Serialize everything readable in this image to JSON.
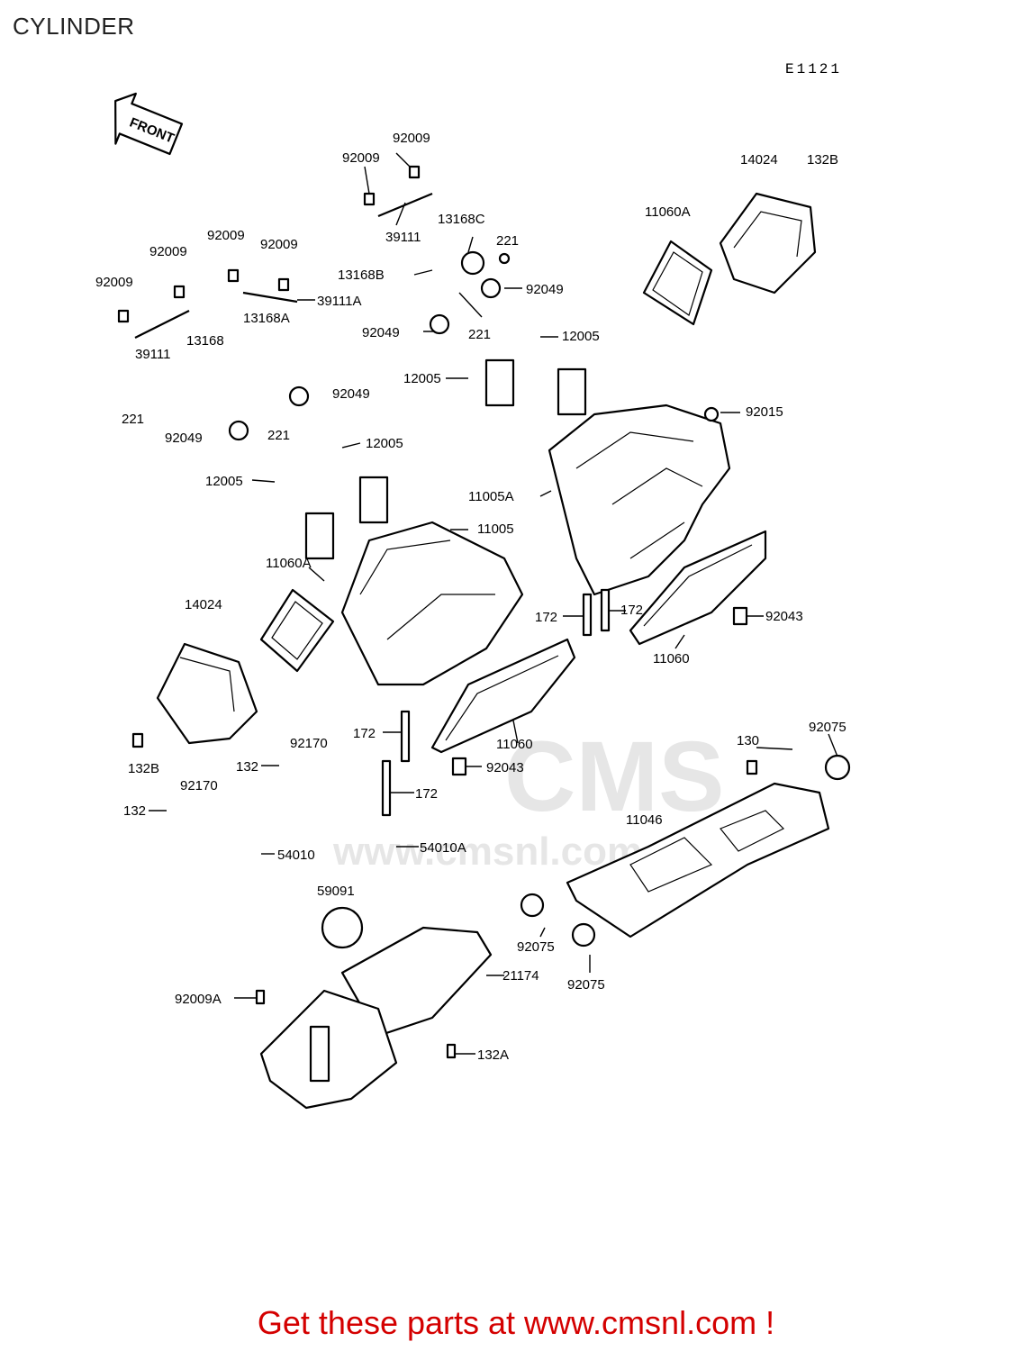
{
  "header": {
    "title": "CYLINDER",
    "diagram_code": "E1121"
  },
  "front_arrow": {
    "label": "FRONT"
  },
  "watermark": {
    "brand": "CMS",
    "url": "www.cmsnl.com"
  },
  "footer": {
    "text": "Get these parts at www.cmsnl.com !",
    "color": "#d40000"
  },
  "parts": {
    "p92009_a": "92009",
    "p92009_b": "92009",
    "p39111_a": "39111",
    "p13168C": "13168C",
    "p221_a": "221",
    "p14024_a": "14024",
    "p132B_a": "132B",
    "p11060A_a": "11060A",
    "p92009_c": "92009",
    "p92009_d": "92009",
    "p92009_e": "92009",
    "p92009_f": "92009",
    "p39111A": "39111A",
    "p13168B": "13168B",
    "p92049_a": "92049",
    "p39111_b": "39111",
    "p13168A": "13168A",
    "p13168": "13168",
    "p92049_b": "92049",
    "p221_b": "221",
    "p12005_a": "12005",
    "p12005_b": "12005",
    "p92049_c": "92049",
    "p221_c": "221",
    "p92049_d": "92049",
    "p221_d": "221",
    "p92015": "92015",
    "p12005_c": "12005",
    "p12005_d": "12005",
    "p11005A": "11005A",
    "p11005": "11005",
    "p11060A_b": "11060A",
    "p14024_b": "14024",
    "p172_a": "172",
    "p172_b": "172",
    "p92043_a": "92043",
    "p11060_a": "11060",
    "p172_c": "172",
    "p11060_b": "11060",
    "p92043_b": "92043",
    "p132B_b": "132B",
    "p92170_a": "92170",
    "p132_a": "132",
    "p172_d": "172",
    "p130": "130",
    "p92075_a": "92075",
    "p92170_b": "92170",
    "p132_b": "132",
    "p11046": "11046",
    "p54010": "54010",
    "p54010A": "54010A",
    "p59091": "59091",
    "p92075_b": "92075",
    "p92075_c": "92075",
    "p21174": "21174",
    "p92009A": "92009A",
    "p132A": "132A"
  }
}
